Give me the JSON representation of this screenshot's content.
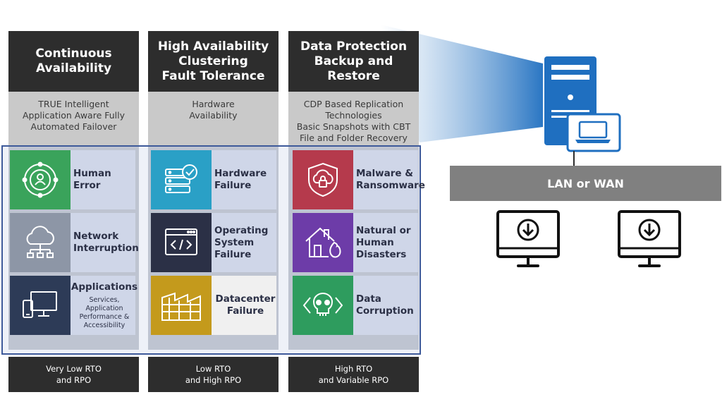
{
  "columns": [
    {
      "title": "Continuous\nAvailability",
      "description": "TRUE Intelligent\nApplication Aware Fully\nAutomated Failover",
      "footer": "Very Low RTO\nand RPO",
      "cards": [
        {
          "label": "Human\nError",
          "icon": "human-error-icon",
          "color": "#3aa35b"
        },
        {
          "label": "Network\nInterruption",
          "icon": "cloud-network-icon",
          "color": "#8d96a6"
        },
        {
          "label": "Applications",
          "sub": "Services,\nApplication\nPerformance &\nAccessibility",
          "icon": "devices-icon",
          "color": "#2d3b57"
        }
      ]
    },
    {
      "title": "High Availability\nClustering\nFault Tolerance",
      "description": "Hardware\nAvailability",
      "footer": "Low RTO\nand High RPO",
      "cards": [
        {
          "label": "Hardware\nFailure",
          "icon": "server-check-icon",
          "color": "#2aa0c6"
        },
        {
          "label": "Operating\nSystem\nFailure",
          "icon": "code-window-icon",
          "color": "#2b3046"
        },
        {
          "label": "Datacenter\nFailure",
          "icon": "building-icon",
          "color": "#c49a1c"
        }
      ]
    },
    {
      "title": "Data Protection\nBackup and\nRestore",
      "description": "CDP Based Replication\nTechnologies\nBasic Snapshots with CBT\nFile and Folder Recovery",
      "footer": "High RTO\nand Variable RPO",
      "cards": [
        {
          "label": "Malware &\nRansomware",
          "icon": "cloud-lock-icon",
          "color": "#b53a4c"
        },
        {
          "label": "Natural or\nHuman\nDisasters",
          "icon": "house-fire-icon",
          "color": "#6d3ca8"
        },
        {
          "label": "Data\nCorruption",
          "icon": "skull-code-icon",
          "color": "#2e9c5e"
        }
      ]
    }
  ],
  "network": {
    "label": "LAN or WAN",
    "server_icon": "server-tower-icon",
    "laptop_icon": "laptop-icon",
    "client_icon": "monitor-download-icon",
    "server_color": "#1f6fc0"
  }
}
